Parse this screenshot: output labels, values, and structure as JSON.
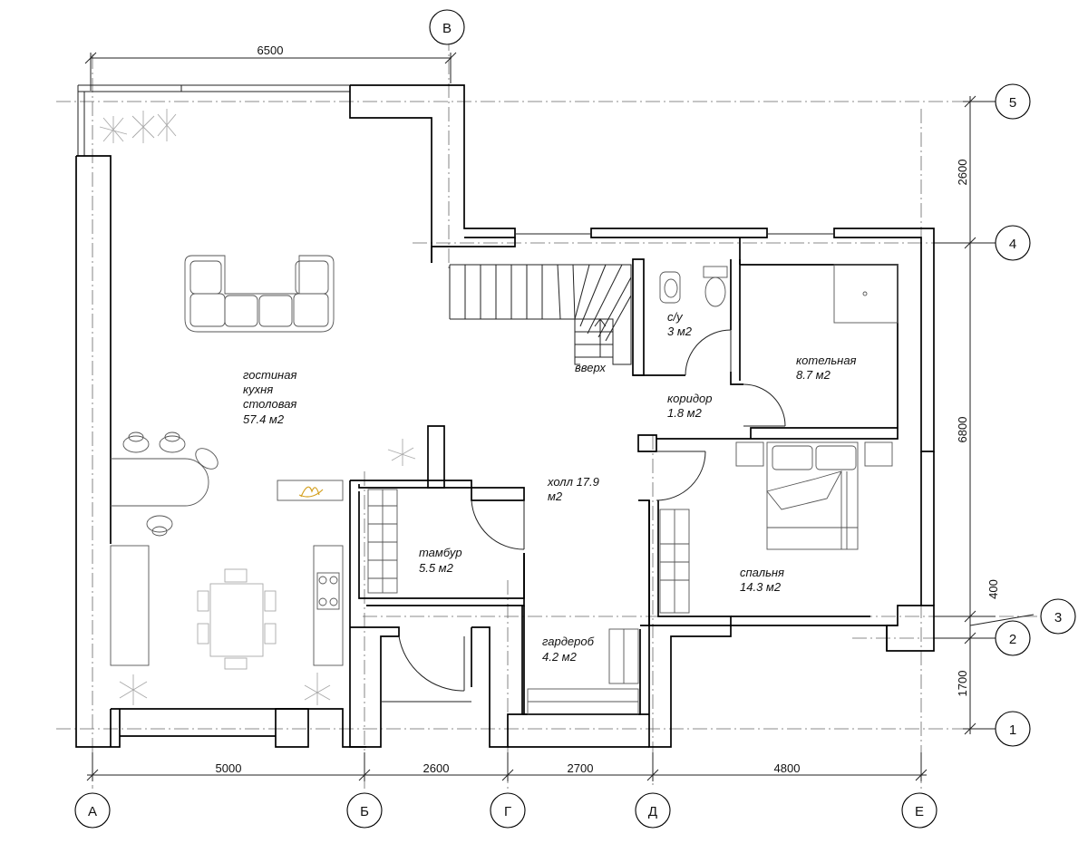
{
  "rooms": [
    {
      "id": "living",
      "lines": [
        "гостиная",
        "кухня",
        "столовая",
        "57.4  м2"
      ]
    },
    {
      "id": "hall",
      "lines": [
        "холл 17.9",
        "м2"
      ]
    },
    {
      "id": "vestibule",
      "lines": [
        "тамбур",
        "5.5  м2"
      ]
    },
    {
      "id": "wardrobe",
      "lines": [
        "гардероб",
        "4.2  м2"
      ]
    },
    {
      "id": "bedroom",
      "lines": [
        "спальня",
        "14.3  м2"
      ]
    },
    {
      "id": "boiler",
      "lines": [
        "котельная",
        "8.7  м2"
      ]
    },
    {
      "id": "corridor",
      "lines": [
        "коридор",
        "1.8  м2"
      ]
    },
    {
      "id": "bathroom",
      "lines": [
        "с/у",
        "3  м2"
      ]
    }
  ],
  "stair_label": "вверх",
  "dimensions": {
    "top": [
      "6500"
    ],
    "bottom": [
      "5000",
      "2600",
      "2700",
      "4800"
    ],
    "right": [
      "2600",
      "6800",
      "400",
      "1700"
    ]
  },
  "axes": {
    "columns": [
      "А",
      "Б",
      "Г",
      "Д",
      "Е",
      "В"
    ],
    "rows": [
      "5",
      "4",
      "3",
      "2",
      "1"
    ]
  }
}
